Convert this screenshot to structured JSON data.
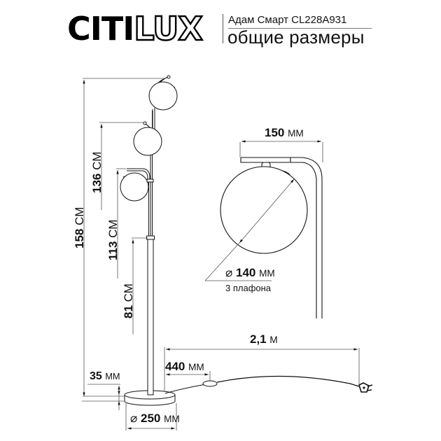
{
  "header": {
    "brand_solid": "CITI",
    "brand_outline": "LUX",
    "product_name": "Адам Смарт CL228A931",
    "subtitle": "общие размеры"
  },
  "dimensions": {
    "total_height": {
      "value": "158",
      "unit": "СМ"
    },
    "middle_shade_height": {
      "value": "136",
      "unit": "СМ"
    },
    "lower_shade_height": {
      "value": "113",
      "unit": "СМ"
    },
    "stem_height": {
      "value": "81",
      "unit": "СМ"
    },
    "base_height": {
      "value": "35",
      "unit": "ММ"
    },
    "base_diameter": {
      "symbol": "⌀",
      "value": "250",
      "unit": "ММ"
    },
    "switch_distance": {
      "value": "440",
      "unit": "ММ"
    },
    "cable_length": {
      "value": "2,1",
      "unit": "М"
    },
    "arm_reach": {
      "value": "150",
      "unit": "ММ"
    },
    "shade_diameter": {
      "symbol": "⌀",
      "value": "140",
      "unit": "ММ"
    },
    "shade_count_note": "3 плафона"
  },
  "colors": {
    "line": "#111111",
    "dim_line": "#666666",
    "background": "#ffffff"
  }
}
